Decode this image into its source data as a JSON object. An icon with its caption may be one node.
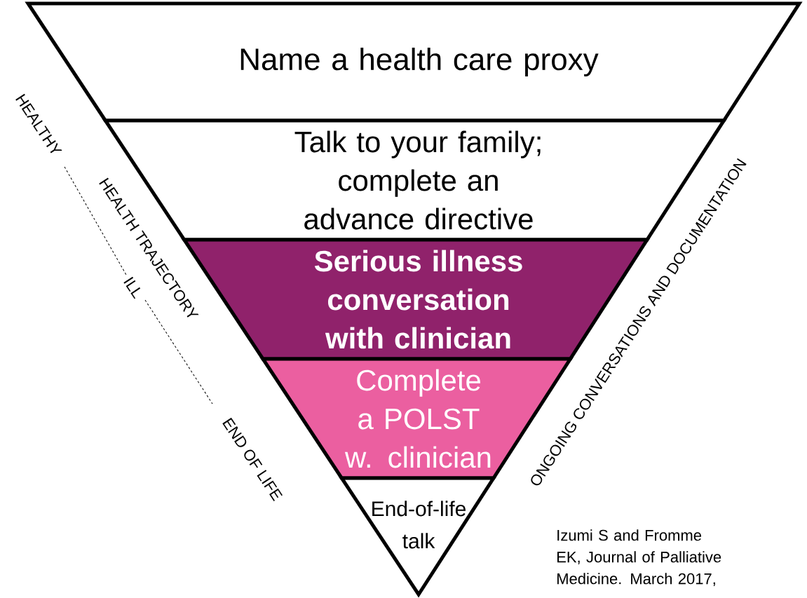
{
  "diagram": {
    "nodes": [
      {
        "text": [
          "Name a health care proxy"
        ]
      },
      {
        "text": [
          "Talk to your family; complete an advance directive"
        ]
      },
      {
        "text": [
          "Serious illness conversation with clinician"
        ]
      },
      {
        "text": [
          "Complete a POLST w. clinician"
        ]
      },
      {
        "text": [
          "End-of-life talk"
        ]
      }
    ],
    "labels": [
      "HEALTHY",
      "HEALTH TRAJECTORY",
      "ILL",
      "END OF LIFE",
      "ONGOING CONVERSATIONS AND DOCUMENTATION",
      "Izumi S and Fromme EK, Journal of Palliative Medicine. March 2017,"
    ]
  }
}
